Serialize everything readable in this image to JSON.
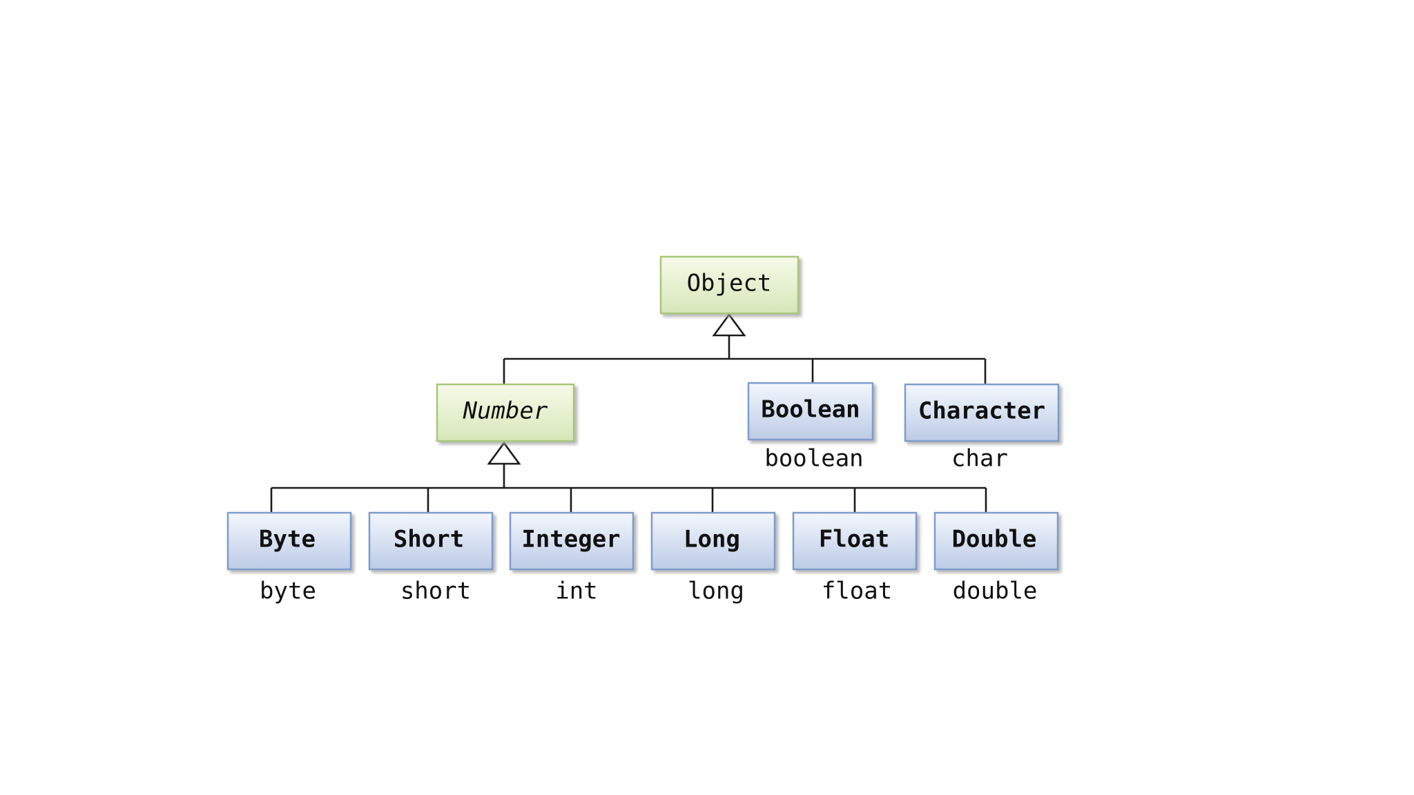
{
  "root": {
    "name": "Object"
  },
  "middle": [
    {
      "name": "Number",
      "style": "italic",
      "primitive": ""
    },
    {
      "name": "Boolean",
      "style": "bold",
      "primitive": "boolean"
    },
    {
      "name": "Character",
      "style": "bold",
      "primitive": "char"
    }
  ],
  "leaves": [
    {
      "name": "Byte",
      "primitive": "byte"
    },
    {
      "name": "Short",
      "primitive": "short"
    },
    {
      "name": "Integer",
      "primitive": "int"
    },
    {
      "name": "Long",
      "primitive": "long"
    },
    {
      "name": "Float",
      "primitive": "float"
    },
    {
      "name": "Double",
      "primitive": "double"
    }
  ],
  "colors": {
    "green_top": "#f6fae8",
    "green_bottom": "#d6e7b8",
    "green_border": "#a9c77a",
    "blue_top": "#f3f7fd",
    "blue_bottom": "#bccbe5",
    "blue_border": "#7e9ccc",
    "connector": "#1a1a1a"
  }
}
